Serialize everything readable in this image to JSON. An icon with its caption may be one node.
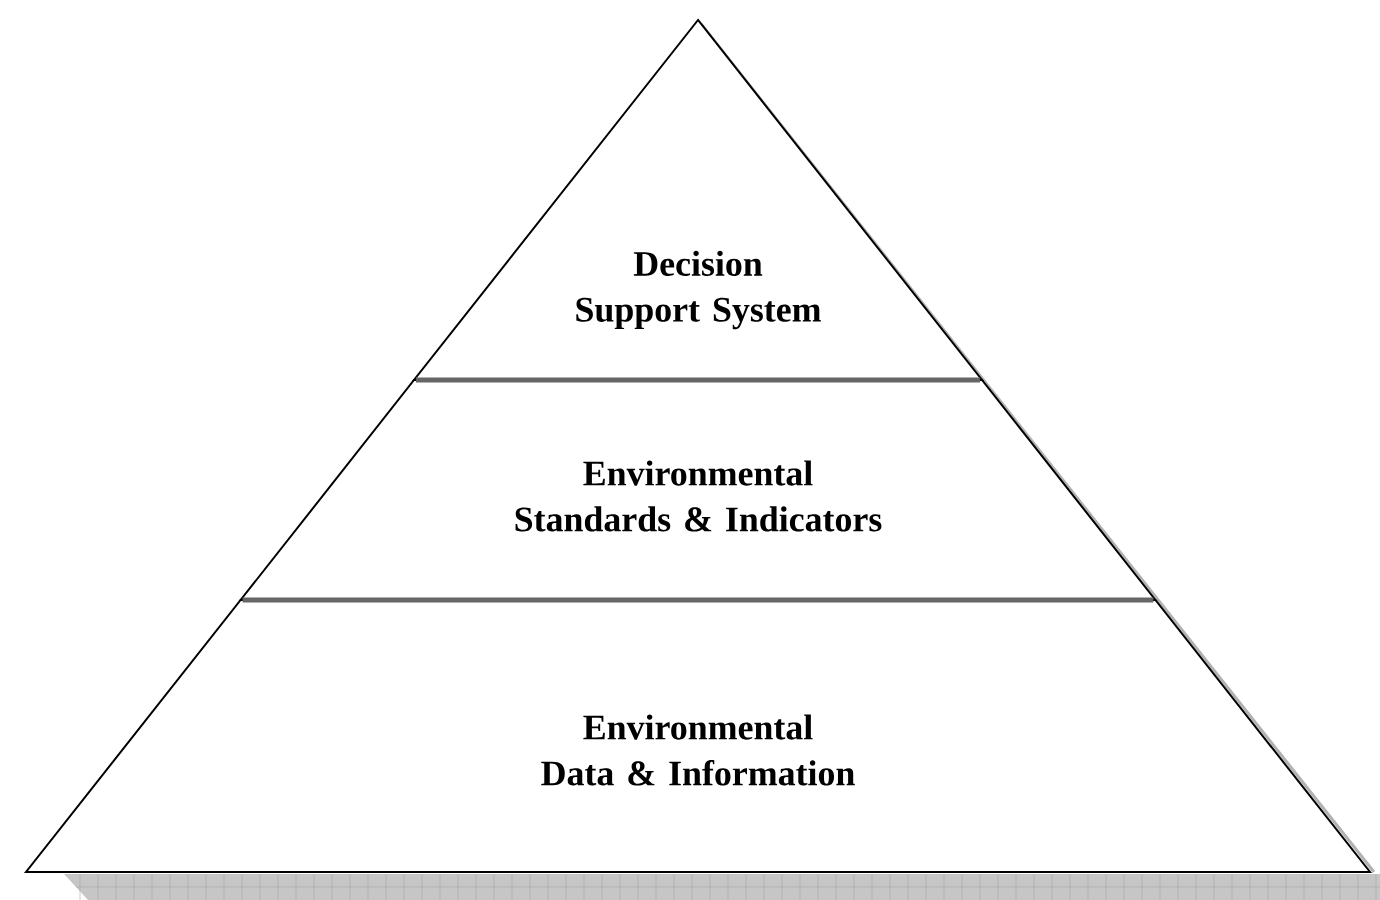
{
  "diagram": {
    "nodes": [
      {
        "text": [
          "Decision Support System"
        ]
      },
      {
        "text": [
          "Environmental Standards & Indicators"
        ]
      },
      {
        "text": [
          "Environmental Data & Information"
        ]
      }
    ]
  }
}
